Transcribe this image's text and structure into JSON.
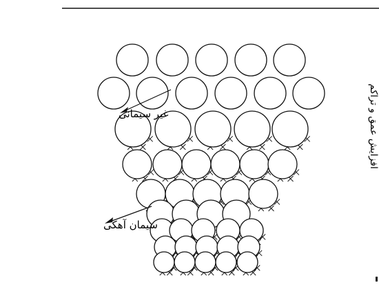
{
  "labels": {
    "non_cemented": "غیر سیمانی",
    "lime_cement": "سیمان آهکی",
    "depth_axis": "افزایش عمق و تراکم"
  },
  "colors": {
    "ink": "#111111",
    "background": "#ffffff"
  }
}
